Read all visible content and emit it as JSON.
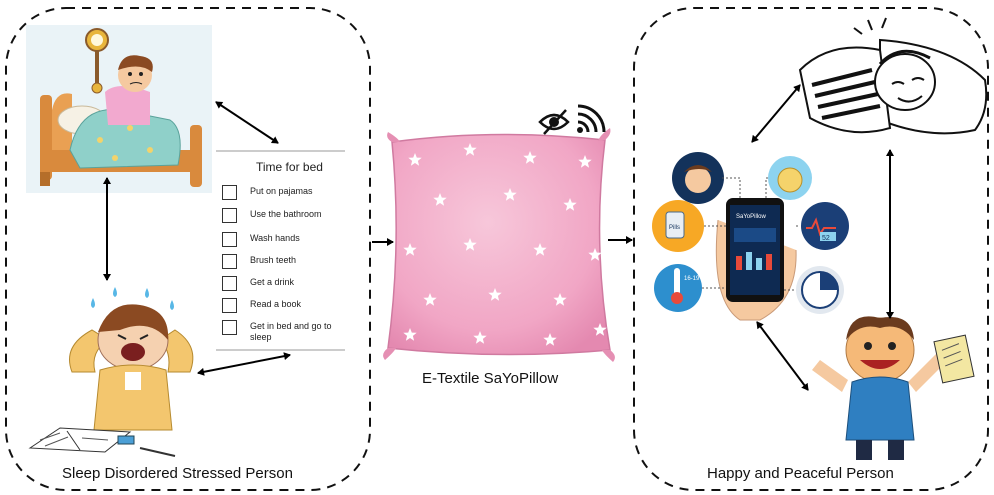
{
  "left_panel": {
    "caption": "Sleep Disordered Stressed Person",
    "checklist": {
      "title": "Time for bed",
      "items": [
        "Put on pajamas",
        "Use the bathroom",
        "Wash hands",
        "Brush teeth",
        "Get a drink",
        "Read a book",
        "Get in bed and go to sleep"
      ]
    }
  },
  "center": {
    "caption": "E-Textile SaYoPillow"
  },
  "right_panel": {
    "caption": "Happy and Peaceful Person",
    "phone_app": {
      "title": "SaYoPillow",
      "pills_label": "Pills",
      "temperature_label": "16-19°",
      "heart_rate": "52"
    }
  },
  "colors": {
    "pillow": "#f4b6cf",
    "pillow_shade": "#e58fb3",
    "dashed_border": "#111111",
    "arrow": "#000000",
    "bed_wood": "#d98a3d",
    "blanket": "#8fd0c9",
    "shirt_pink": "#f2a9cf",
    "skin": "#f5c9a0",
    "person_blue": "#2f7fc1",
    "app_bg": "#0e2a52"
  }
}
